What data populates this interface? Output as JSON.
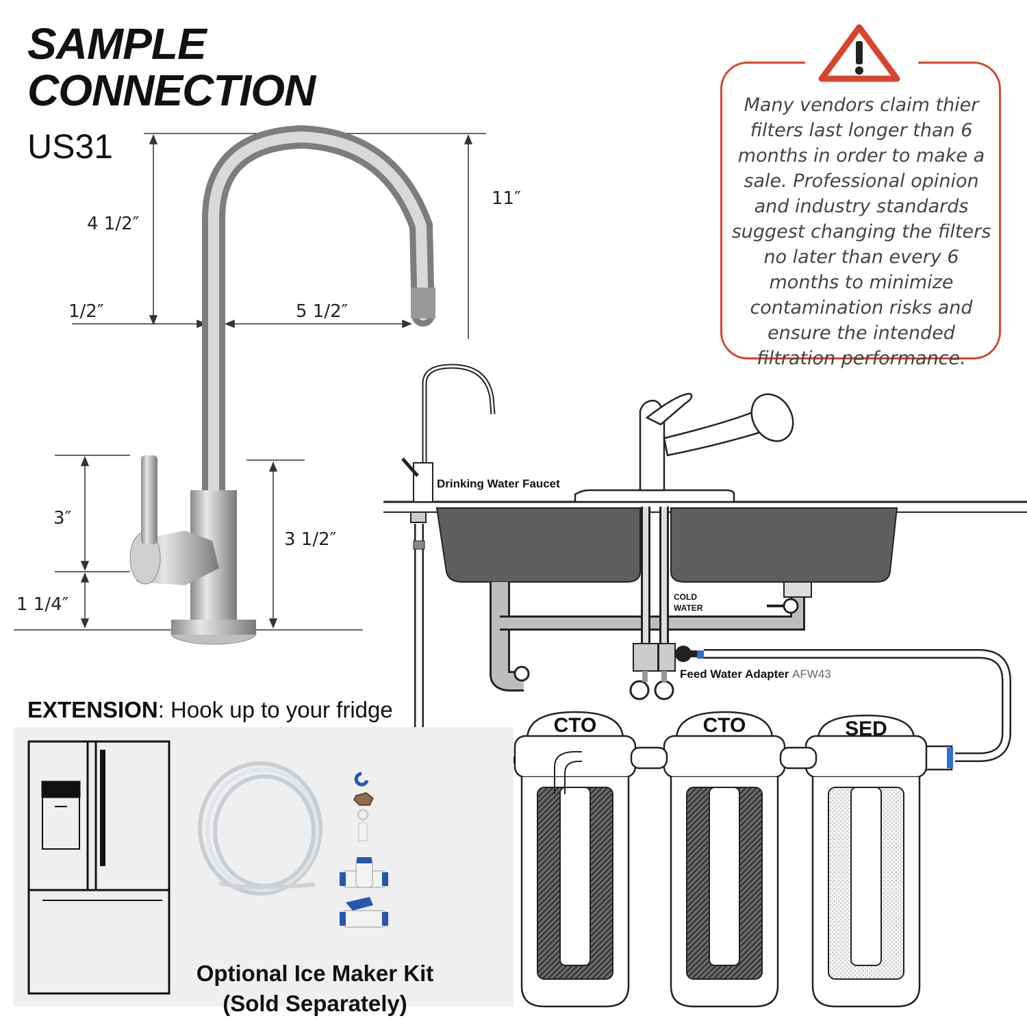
{
  "title": {
    "line1": "SAMPLE",
    "line2": "CONNECTION",
    "model": "US31"
  },
  "dimensions": {
    "d_4_5": "4 1/2″",
    "d_11": "11″",
    "d_half": "1/2″",
    "d_5_5": "5 1/2″",
    "d_3": "3″",
    "d_3_5": "3 1/2″",
    "d_1_25": "1 1/4″"
  },
  "warning": {
    "icon": "warning-triangle-icon",
    "text": "Many vendors claim thier filters last longer than 6 months in order to make a sale. Professional opinion and industry standards suggest changing the filters no later than every 6 months to minimize contamination risks and ensure the intended filtration performance.",
    "border_color": "#d9442c"
  },
  "diagram": {
    "drinking_faucet": "Drinking Water Faucet",
    "cold_water_line1": "COLD",
    "cold_water_line2": "WATER",
    "feed_adapter": "Feed Water Adapter",
    "feed_adapter_model": "AFW43",
    "filters": [
      "CTO",
      "CTO",
      "SED"
    ]
  },
  "extension": {
    "label_bold": "EXTENSION",
    "label_rest": ": Hook up to your fridge",
    "kit_line1": "Optional Ice Maker Kit",
    "kit_line2": "(Sold Separately)"
  }
}
